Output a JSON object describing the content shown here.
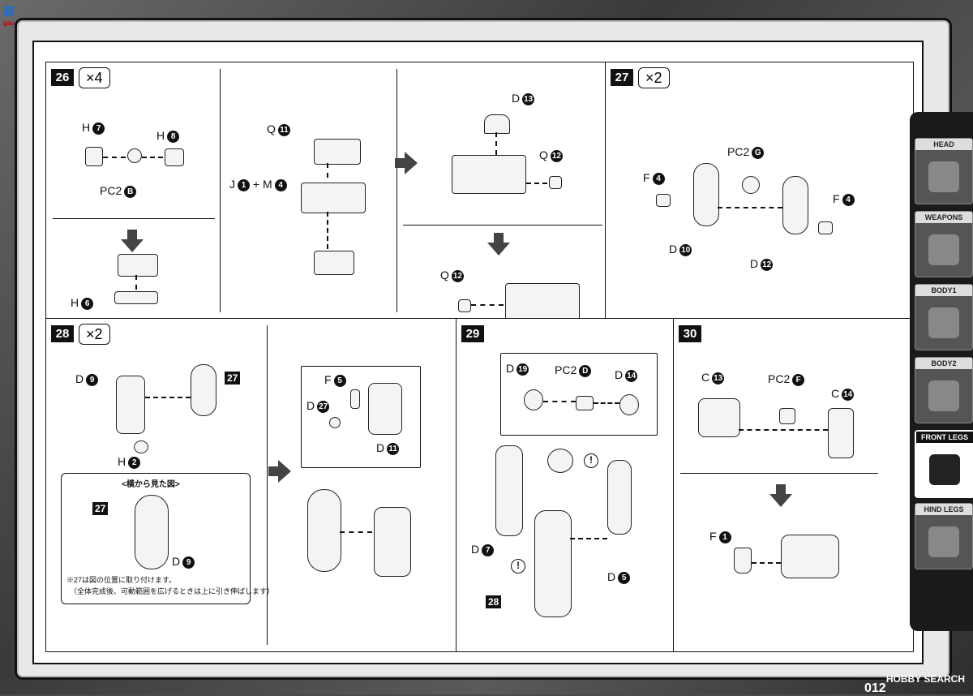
{
  "logo": {
    "text": "高",
    "sub": "gao.shan.com"
  },
  "watermark": "HOBBY SEARCH",
  "page_number": "012",
  "sidebar": {
    "items": [
      {
        "label": "HEAD",
        "active": false
      },
      {
        "label": "WEAPONS",
        "active": false
      },
      {
        "label": "BODY1",
        "active": false
      },
      {
        "label": "BODY2",
        "active": false
      },
      {
        "label": "FRONT LEGS",
        "active": true
      },
      {
        "label": "HIND LEGS",
        "active": false
      }
    ]
  },
  "steps": {
    "s26": {
      "num": "26",
      "mult": "×4",
      "labels": {
        "h7": "H",
        "h7n": "7",
        "h8": "H",
        "h8n": "8",
        "pc2b": "PC2",
        "pc2bn": "B",
        "h6": "H",
        "h6n": "6",
        "q11": "Q",
        "q11n": "11",
        "jm": "J",
        "jn": "1",
        "plusm": "+ M",
        "mn": "4",
        "d13": "D",
        "d13n": "13",
        "q12a": "Q",
        "q12an": "12",
        "q12b": "Q",
        "q12bn": "12"
      }
    },
    "s27": {
      "num": "27",
      "mult": "×2",
      "labels": {
        "pc2g": "PC2",
        "pc2gn": "G",
        "f4a": "F",
        "f4an": "4",
        "f4b": "F",
        "f4bn": "4",
        "d10": "D",
        "d10n": "10",
        "d12": "D",
        "d12n": "12"
      }
    },
    "s28": {
      "num": "28",
      "mult": "×2",
      "labels": {
        "d9": "D",
        "d9n": "9",
        "tag27": "27",
        "h2": "H",
        "h2n": "2",
        "side_view": "<横から見た図>",
        "sv27": "27",
        "sv_d9": "D",
        "sv_d9n": "9",
        "note1": "※27は図の位置に取り付けます。",
        "note2": "（全体完成後、可動範囲を広げるときは上に引き伸ばします）",
        "f5": "F",
        "f5n": "5",
        "d27": "D",
        "d27n": "27",
        "d11": "D",
        "d11n": "11"
      }
    },
    "s29": {
      "num": "29",
      "labels": {
        "d19": "D",
        "d19n": "19",
        "pc2d": "PC2",
        "pc2dn": "D",
        "d14": "D",
        "d14n": "14",
        "d7": "D",
        "d7n": "7",
        "d5": "D",
        "d5n": "5",
        "tag28": "28",
        "excl": "!"
      }
    },
    "s30": {
      "num": "30",
      "labels": {
        "c13": "C",
        "c13n": "13",
        "pc2f": "PC2",
        "pc2fn": "F",
        "c14": "C",
        "c14n": "14",
        "f1": "F",
        "f1n": "1"
      }
    }
  }
}
